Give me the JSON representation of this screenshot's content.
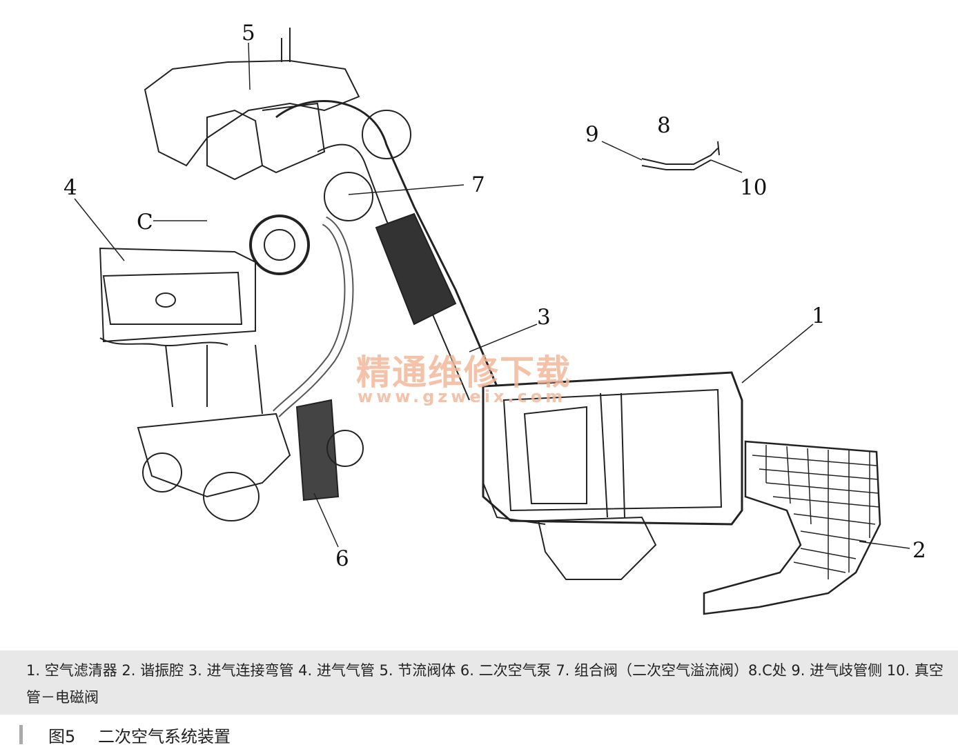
{
  "callouts": {
    "c1": "1",
    "c2": "2",
    "c3": "3",
    "c4": "4",
    "c5": "5",
    "c6": "6",
    "c7": "7",
    "c8": "8",
    "c9": "9",
    "c10": "10",
    "cC": "C"
  },
  "watermark": {
    "title": "精通维修下载",
    "url": "www.gzweix.com"
  },
  "legend": {
    "text": "1. 空气滤清器  2. 谐振腔  3. 进气连接弯管  4. 进气气管  5. 节流阀体  6. 二次空气泵  7. 组合阀（二次空气溢流阀）8.C处  9. 进气歧管侧  10. 真空管－电磁阀"
  },
  "caption": {
    "figure_number": "图5",
    "title": "二次空气系统装置"
  }
}
